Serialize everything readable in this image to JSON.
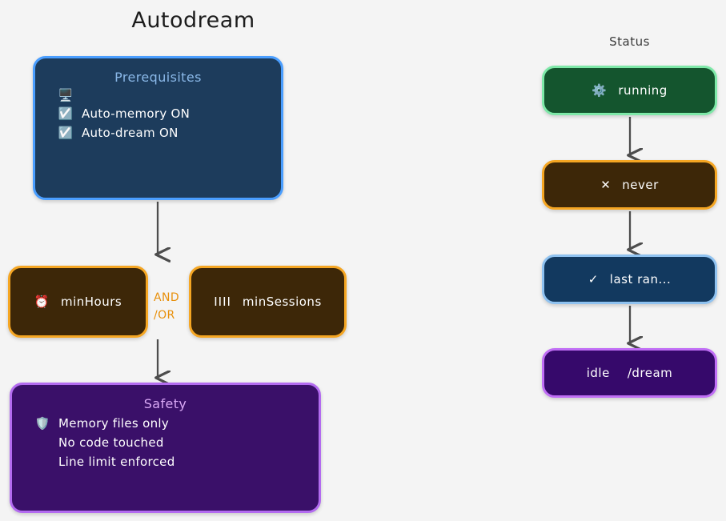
{
  "diagram": {
    "title": "Autodream",
    "background_color": "#f4f4f4"
  },
  "left_column": {
    "prerequisites": {
      "title": "Prerequisites",
      "title_color": "#8ab8e8",
      "fill_color": "#1d3c5c",
      "border_color": "#4a9eff",
      "lines": [
        {
          "icon": "desktop-computer-icon",
          "glyph": "🖥️",
          "label": ""
        },
        {
          "icon": "checkbox-checked-icon",
          "glyph": "☑️",
          "label": "Auto-memory ON"
        },
        {
          "icon": "checkbox-checked-icon",
          "glyph": "☑️",
          "label": "Auto-dream ON"
        }
      ]
    },
    "min_hours": {
      "icon": "alarm-clock-icon",
      "glyph": "⏰",
      "label": "minHours",
      "fill_color": "#3d2708",
      "border_color": "#f5a623"
    },
    "min_sessions": {
      "icon": "tally-marks-icon",
      "glyph": "IIII",
      "label": "minSessions",
      "fill_color": "#3d2708",
      "border_color": "#f5a623"
    },
    "connector_label": {
      "line1": "AND",
      "line2": "/OR",
      "color": "#e8900c"
    },
    "safety": {
      "title": "Safety",
      "title_color": "#d9a8f5",
      "fill_color": "#3a1069",
      "border_color": "#b36bf0",
      "lines": [
        {
          "icon": "shield-icon",
          "glyph": "🛡️",
          "label": "Memory files only"
        },
        {
          "icon": "none",
          "glyph": "",
          "label": "No code touched"
        },
        {
          "icon": "none",
          "glyph": "",
          "label": "Line limit enforced"
        }
      ]
    }
  },
  "right_column": {
    "heading": "Status",
    "heading_color": "#3a3a3a",
    "items": [
      {
        "icon": "gear-icon",
        "glyph": "⚙️",
        "label": "running",
        "fill_color": "#14552e",
        "border_color": "#7ee8a8"
      },
      {
        "icon": "cross-icon",
        "glyph": "✕",
        "label": "never",
        "fill_color": "#3d2708",
        "border_color": "#f5a623"
      },
      {
        "icon": "check-icon",
        "glyph": "✓",
        "label": "last ran...",
        "fill_color": "#12395f",
        "border_color": "#8fc2f0"
      },
      {
        "icon": "none",
        "glyph": "idle",
        "label": "/dream",
        "fill_color": "#36096b",
        "border_color": "#c06ef5"
      }
    ]
  }
}
